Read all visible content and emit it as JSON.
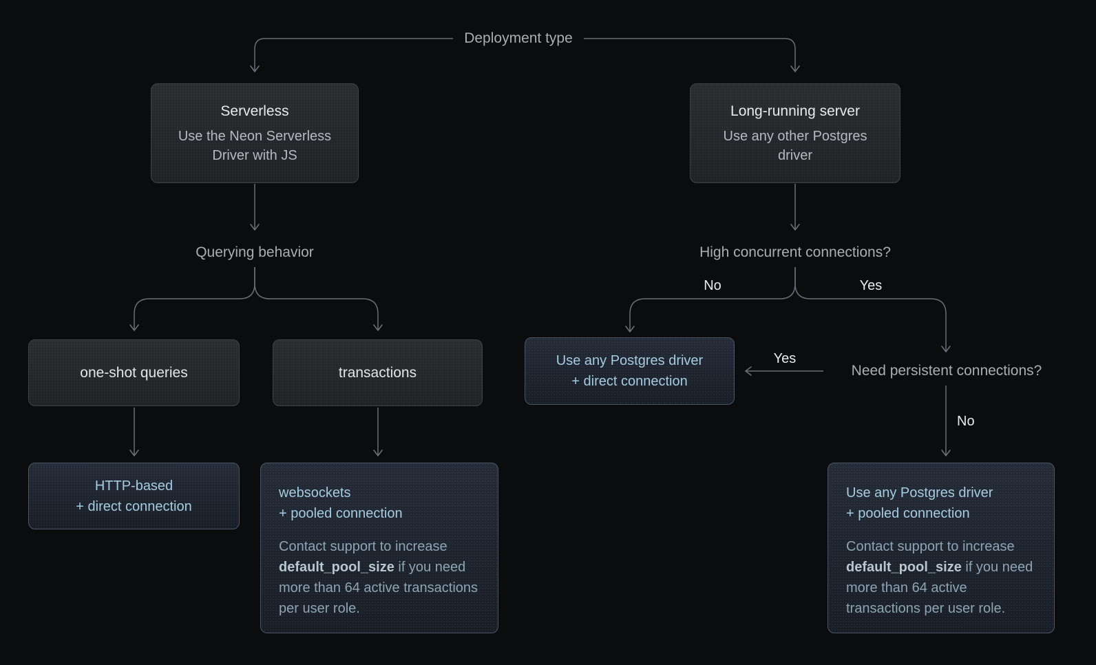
{
  "colors": {
    "background": "#0b0c0e",
    "connector_line": "#6a7077",
    "flow_label_text": "#a9aeb4",
    "edge_label_text": "#e9ebed",
    "box_border": "#3f434a",
    "box_background_top": "#2a2c30",
    "box_background_bottom": "#202226",
    "box_title_text": "#e8eaec",
    "box_subtitle_text": "#b4bac0",
    "accent_box_border": "#4b5768",
    "accent_box_background_top": "#242b37",
    "accent_box_background_bottom": "#181d26",
    "accent_text": "#a6cce0",
    "note_text": "#8ea4b3",
    "note_strong_text": "#b9c7d1"
  },
  "labels": {
    "deployment_type": "Deployment type",
    "querying_behavior": "Querying behavior",
    "high_concurrent_connections": "High concurrent connections?",
    "need_persistent_connections": "Need persistent connections?",
    "no_top_branch": "No",
    "yes_top_branch": "Yes",
    "yes_side_arrow": "Yes",
    "no_down_arrow": "No"
  },
  "nodes": {
    "serverless": {
      "title": "Serverless",
      "subtitle": "Use the Neon Serverless Driver with JS"
    },
    "long_running_server": {
      "title": "Long-running server",
      "subtitle": "Use any other Postgres driver"
    },
    "one_shot_queries": {
      "title": "one-shot queries"
    },
    "transactions": {
      "title": "transactions"
    },
    "http_direct": {
      "line1": "HTTP-based",
      "line2": "+ direct connection"
    },
    "websockets_pooled": {
      "line1": "websockets",
      "line2": "+ pooled connection",
      "note": {
        "prefix": "Contact support to increase ",
        "code": "default_pool_size",
        "suffix": " if you need more than 64 active transactions per user role."
      }
    },
    "any_driver_direct": {
      "line1": "Use any Postgres driver",
      "line2": "+ direct connection"
    },
    "any_driver_pooled": {
      "line1": "Use any Postgres driver",
      "line2": "+ pooled connection",
      "note": {
        "prefix": "Contact support to increase ",
        "code": "default_pool_size",
        "suffix": " if you need more than 64 active transactions per user role."
      }
    }
  }
}
